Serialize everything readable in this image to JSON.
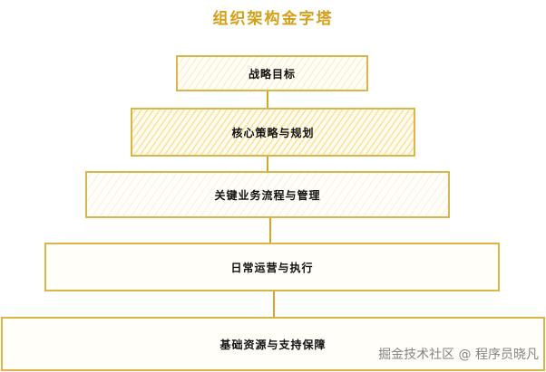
{
  "diagram": {
    "title": "组织架构金字塔",
    "levels": [
      {
        "label": "战略目标"
      },
      {
        "label": "核心策略与规划"
      },
      {
        "label": "关键业务流程与管理"
      },
      {
        "label": "日常运营与执行"
      },
      {
        "label": "基础资源与支持保障"
      }
    ],
    "colors": {
      "title": "#d4a017",
      "border": "#d9b54a",
      "connector": "#d9a520",
      "hatch": "#f7e3a0"
    }
  },
  "watermark": "掘金技术社区 @ 程序员晓凡"
}
